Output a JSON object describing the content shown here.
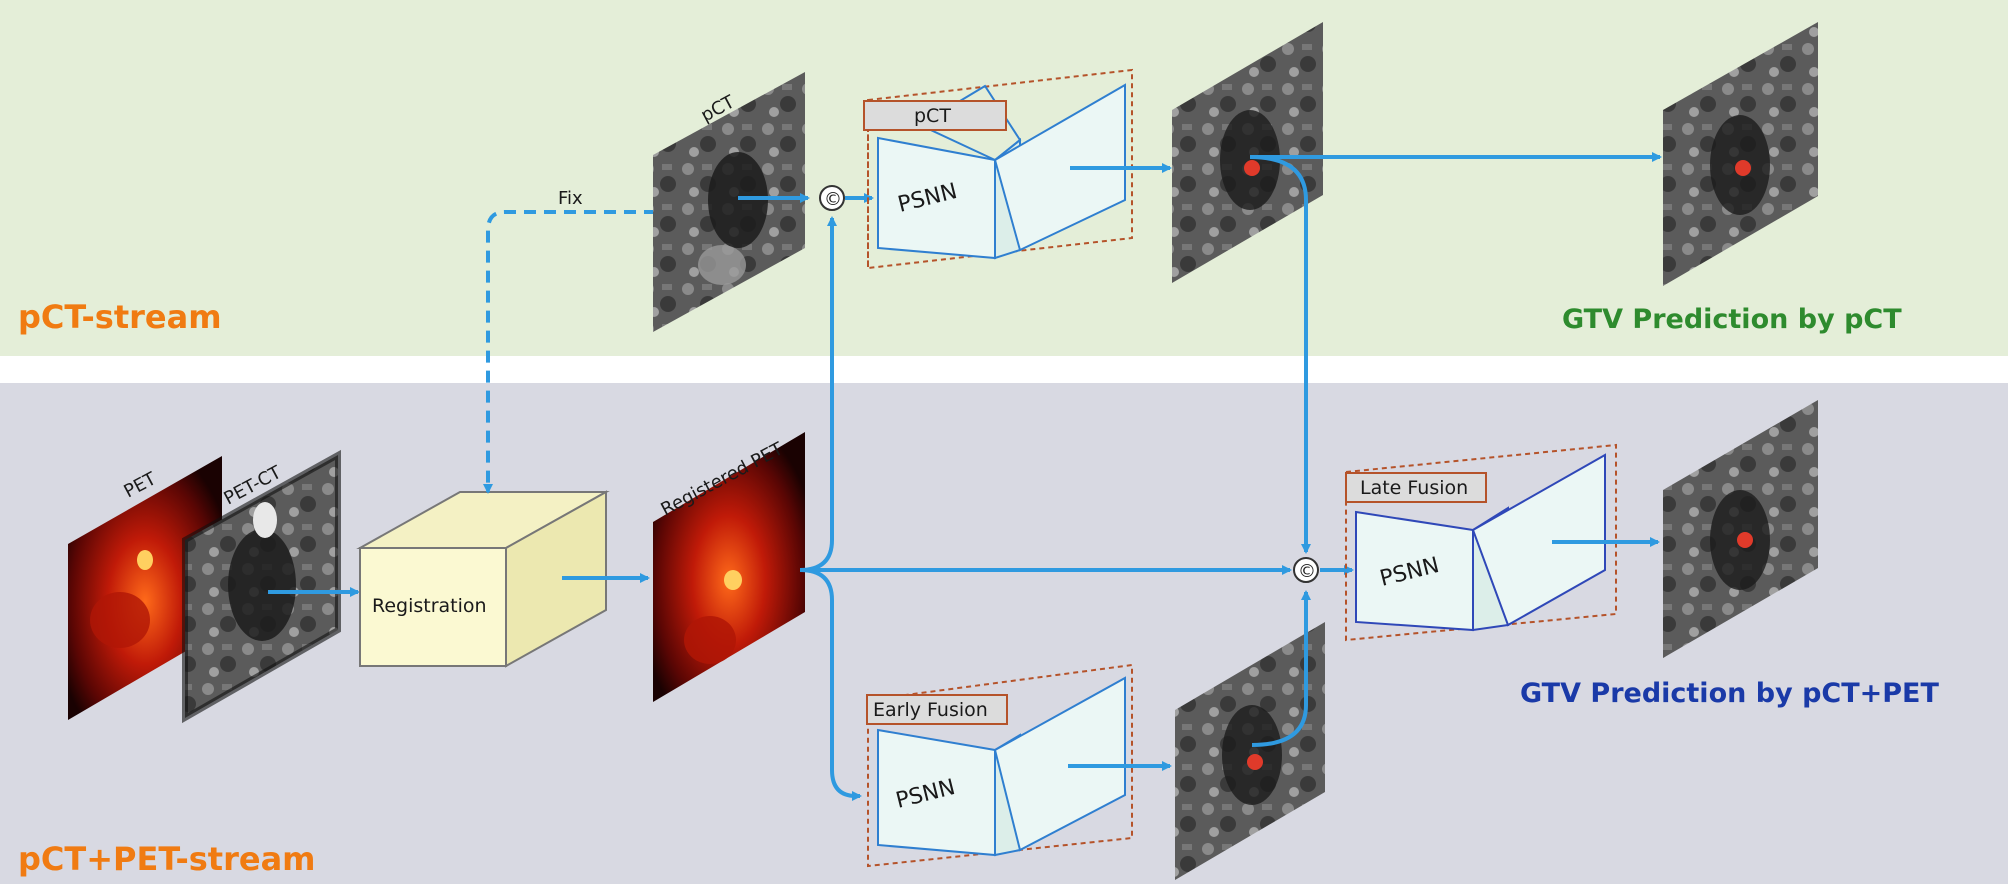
{
  "streams": {
    "top_label": "pCT-stream",
    "bottom_label": "pCT+PET-stream"
  },
  "images": {
    "pet": "PET",
    "petct": "PET-CT",
    "pct": "pCT",
    "registered_pet": "Registered PET"
  },
  "registration": {
    "label": "Registration"
  },
  "fix_label": "Fix",
  "concat_symbol": "©",
  "networks": {
    "top": {
      "tag": "pCT",
      "name": "PSNN"
    },
    "early": {
      "tag": "Early Fusion",
      "name": "PSNN"
    },
    "late": {
      "tag": "Late Fusion",
      "name": "PSNN"
    }
  },
  "predictions": {
    "pct": "GTV Prediction by pCT",
    "pct_pet": "GTV Prediction by pCT+PET"
  },
  "colors": {
    "top_band": "#e4eed8",
    "bottom_band": "#d8d9e2",
    "arrow": "#2f9ae0",
    "stream_label": "#f07b12",
    "prediction_green": "#2e8b2e",
    "prediction_blue": "#1a3aa8",
    "network_frame": "#b5532a",
    "network_panel": "#ebf7f5",
    "registration_box": "#fbf9d2"
  }
}
